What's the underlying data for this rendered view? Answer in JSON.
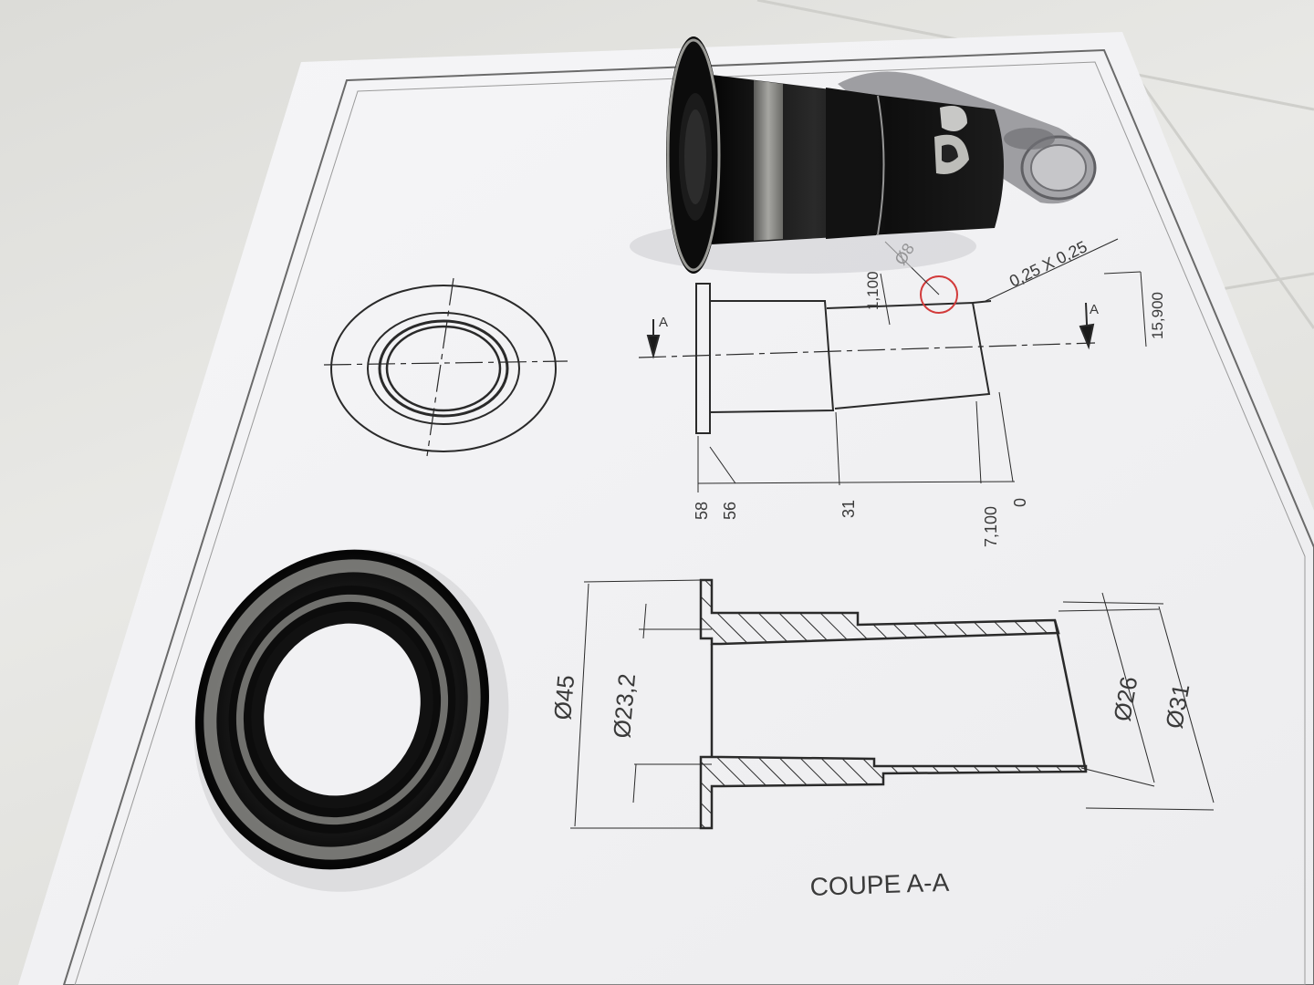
{
  "drawing": {
    "front_view": {
      "section_marker_left": "A",
      "section_marker_right": "A",
      "callout_diameter": "Ø8",
      "callout_chamfer": "0,25 X 0,25",
      "dim_vertical_step": "1,100",
      "dim_overall": "15,900",
      "ordinates": [
        "58",
        "56",
        "31",
        "7,100",
        "0"
      ]
    },
    "section_view": {
      "dim_outer_flange": "Ø45",
      "dim_bore": "Ø23,2",
      "dim_inner_end": "Ø26",
      "dim_outer_end": "Ø31",
      "title": "COUPE A-A"
    }
  },
  "colors": {
    "paper": "#f4f4f6",
    "ink": "#2a2a2a",
    "part_black": "#141414",
    "metal": "#8a8a86",
    "highlight_circle": "#d23a3a",
    "overlay_pipe": "#8f8f93"
  }
}
